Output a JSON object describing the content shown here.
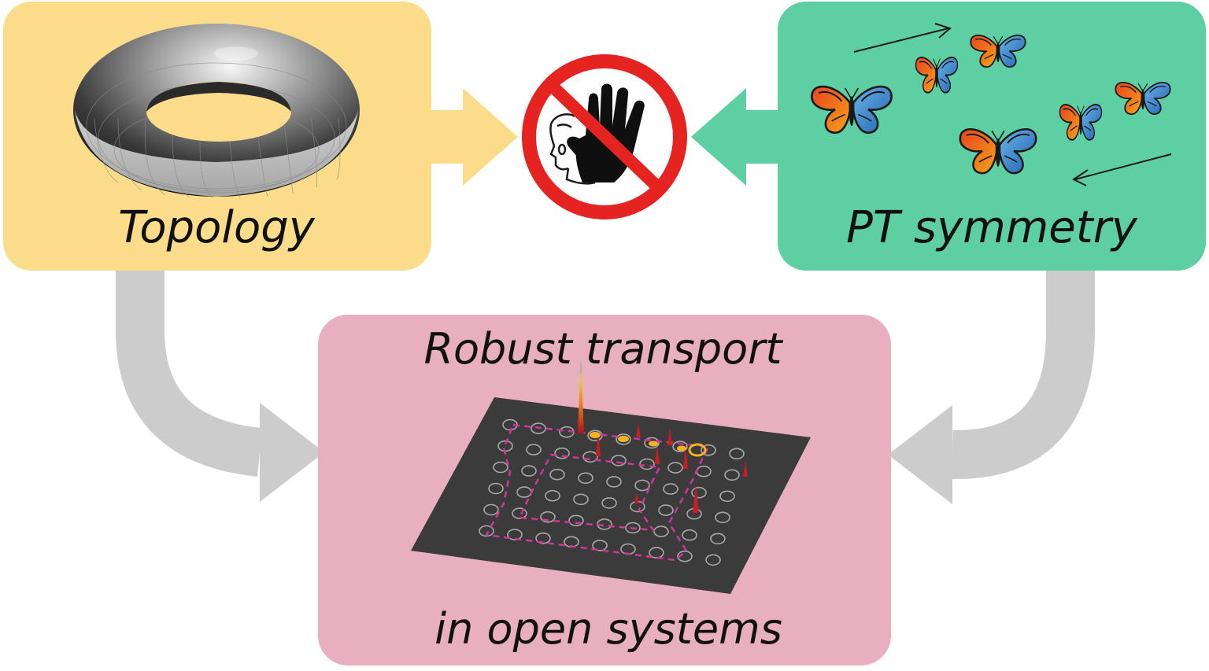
{
  "labels": {
    "topology": "Topology",
    "pt_symmetry": "PT symmetry",
    "robust_transport": "Robust transport",
    "open_systems": "in open systems"
  },
  "colors": {
    "topology_box": "#fbdc8a",
    "pt_box": "#5dcfa3",
    "result_box": "#e8afc0",
    "gray_arrow": "#cccccc",
    "stop_red": "#e52421",
    "path_magenta": "#d0359b",
    "lattice": "#3b3b3b"
  },
  "icons": {
    "torus": "torus-icon",
    "stop_sign": "no-entry-hand-icon",
    "butterflies": "butterfly-icon",
    "lattice": "photonic-lattice-figure"
  }
}
